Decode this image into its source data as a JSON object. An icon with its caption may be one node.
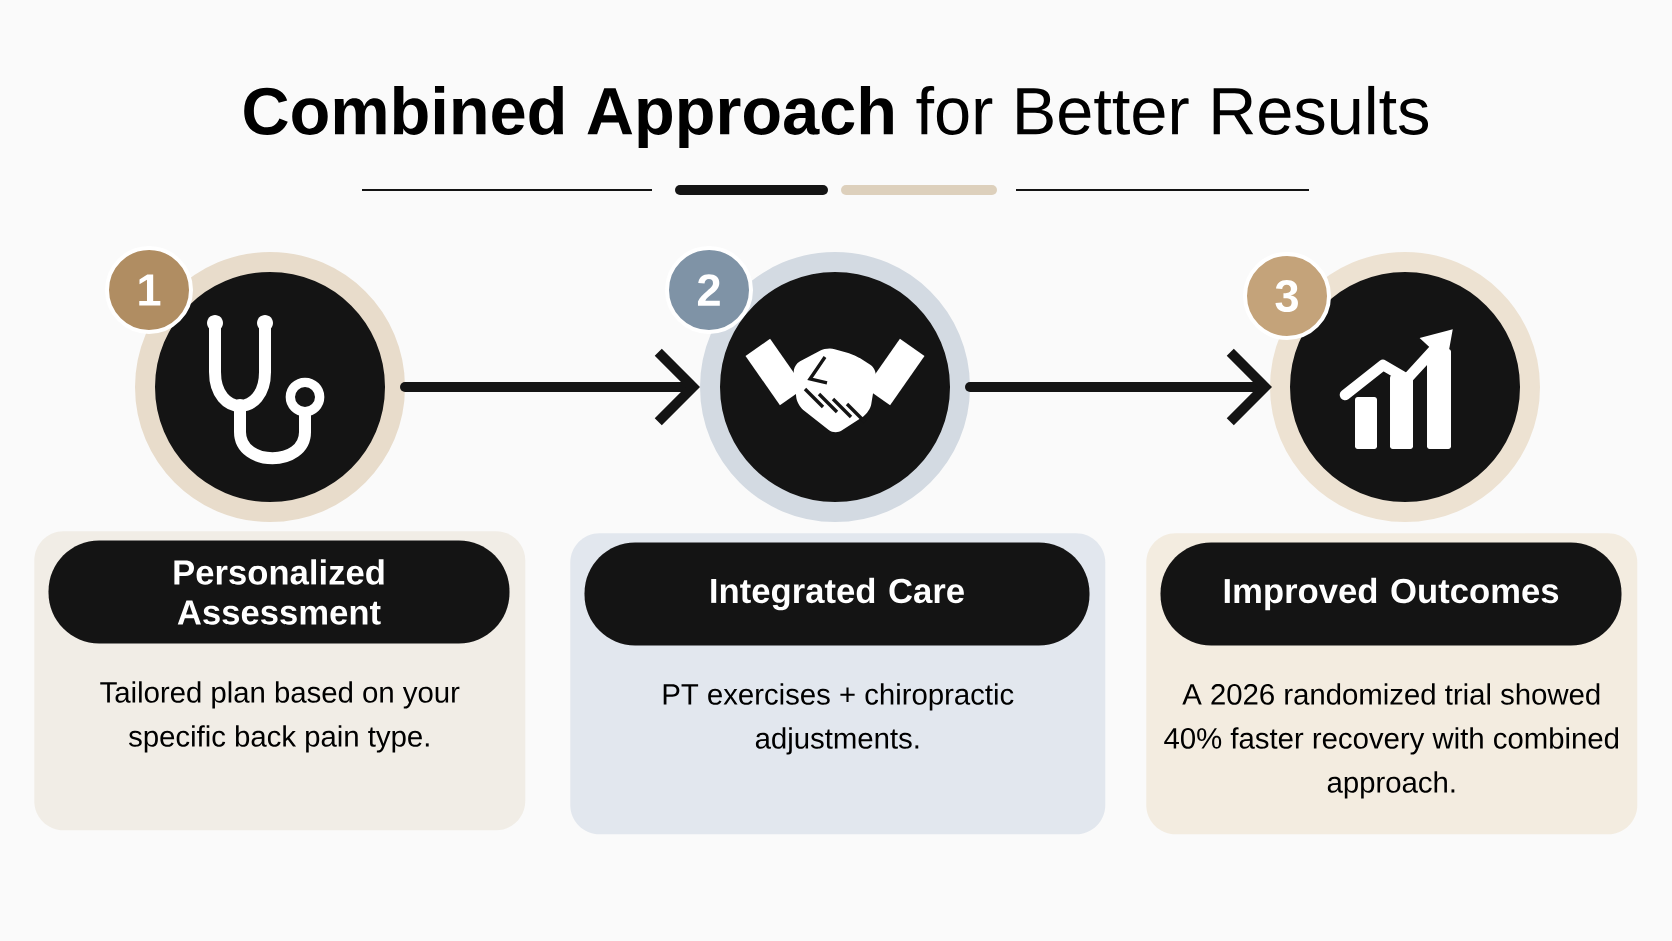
{
  "diagram": {
    "title": "**Combined Approach** for Better Results",
    "nodes": [
      {
        "text": [
          "1"
        ]
      },
      {
        "text": [],
        "shape": "circle"
      },
      {
        "text": [
          "Tailored plan based on your specific back pain type."
        ]
      },
      {
        "text": [
          "Personalized Assessment"
        ],
        "in": 2
      },
      {
        "text": [
          "2"
        ]
      },
      {
        "text": [],
        "shape": "circle"
      },
      {
        "text": [
          "PT exercises + chiropractic adjustments."
        ]
      },
      {
        "text": [
          "Integrated Care"
        ],
        "in": 6
      },
      {
        "text": [
          "3"
        ]
      },
      {
        "text": [],
        "shape": "circle"
      },
      {
        "text": [
          "A 2026 randomized trial showed 40% faster recovery with combined approach."
        ]
      },
      {
        "text": [
          "Improved Outcomes"
        ],
        "in": 10
      }
    ],
    "edges": [
      {
        "from": 1,
        "to": 5,
        "arrow": "to"
      },
      {
        "from": 5,
        "to": 9,
        "arrow": "to"
      }
    ]
  }
}
